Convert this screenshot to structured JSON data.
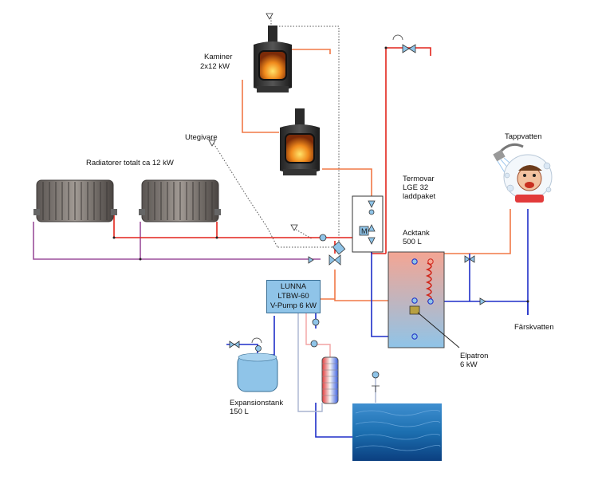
{
  "labels": {
    "kaminer_title": "Kaminer",
    "kaminer_power": "2x12 kW",
    "utegivare": "Utegivare",
    "radiatorer": "Radiatorer totalt ca 12 kW",
    "termovar_1": "Termovar",
    "termovar_2": "LGE 32",
    "termovar_3": "laddpaket",
    "acktank_1": "Acktank",
    "acktank_2": "500 L",
    "tappvatten": "Tappvatten",
    "farskvatten": "Färskvatten",
    "elpatron_1": "Elpatron",
    "elpatron_2": "6 kW",
    "expansion_1": "Expansionstank",
    "expansion_2": "150 L",
    "lunna_1": "LUNNA",
    "lunna_2": "LTBW-60",
    "lunna_3": "V-Pump 6 kW",
    "motor_m": "M"
  },
  "colors": {
    "hot_pipe": "#e2241b",
    "warm_pipe": "#f07846",
    "cold_pipe": "#1e2ec8",
    "return_pipe": "#9b4f9b",
    "ground_pipe": "#a8b4cf",
    "tank_top": "#f4a593",
    "tank_bottom": "#8fc4e8",
    "lunna_box": "#8fc4e8",
    "water": "#1c6fb0"
  }
}
